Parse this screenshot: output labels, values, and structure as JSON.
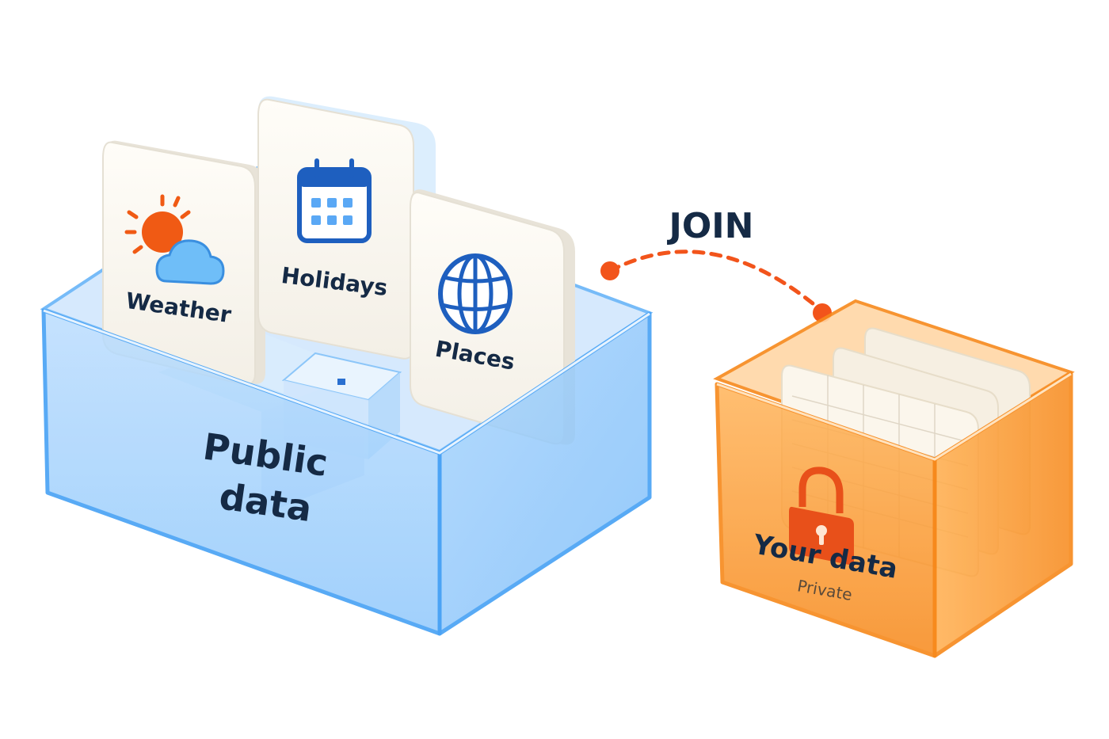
{
  "join_label": "JOIN",
  "public_box": {
    "label_line1": "Public",
    "label_line2": "data",
    "cards": [
      {
        "label": "Weather",
        "icon": "weather-icon"
      },
      {
        "label": "Holidays",
        "icon": "calendar-icon"
      },
      {
        "label": "Places",
        "icon": "globe-icon"
      }
    ]
  },
  "private_box": {
    "title": "Your data",
    "subtitle": "Private",
    "icon": "lock-icon"
  },
  "colors": {
    "public_blue": "#4aa3f5",
    "private_orange": "#f78a1e",
    "join_orange": "#f2541b",
    "icon_blue": "#1e5fbf",
    "text_navy": "#152a45"
  }
}
